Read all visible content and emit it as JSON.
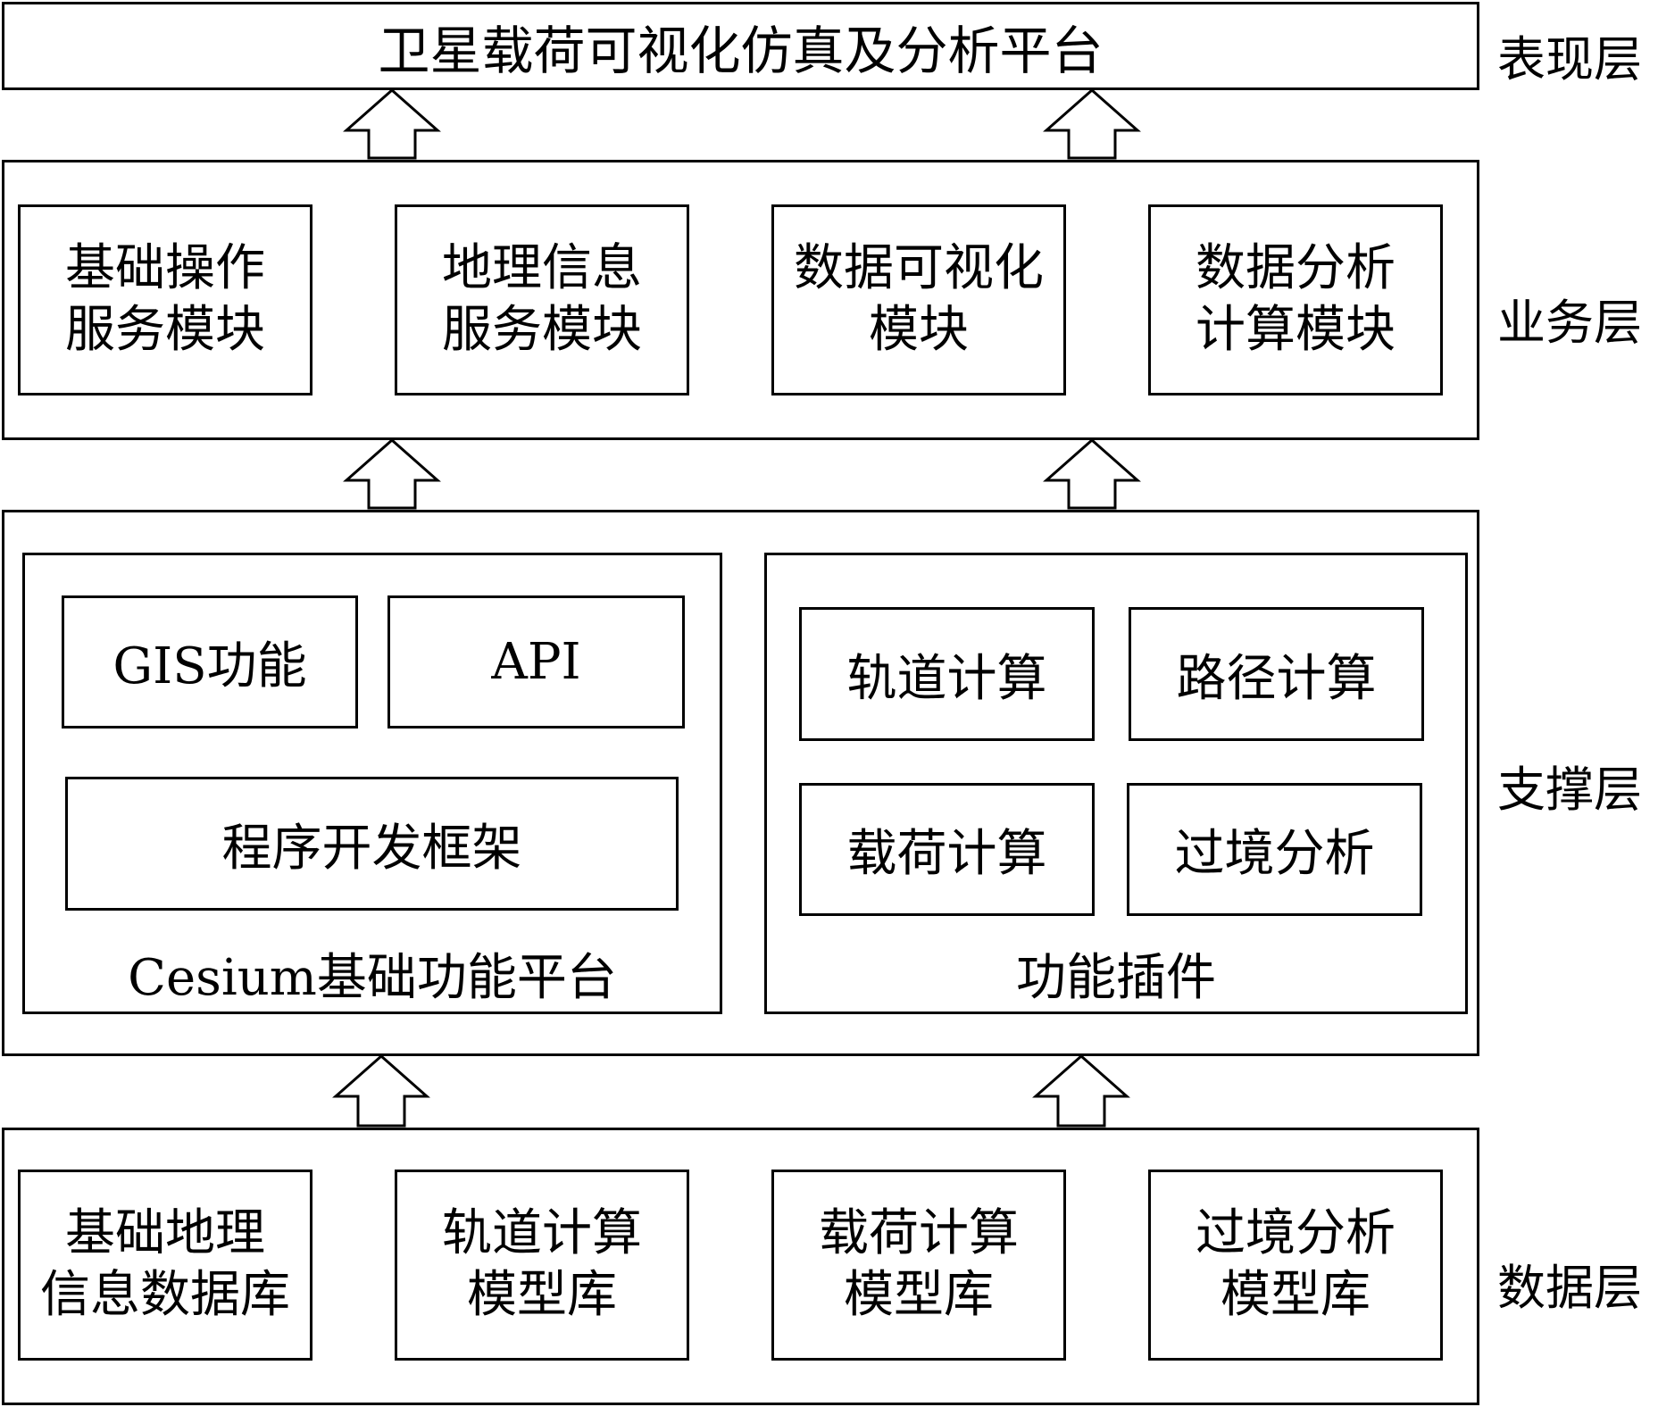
{
  "presentation_layer": {
    "label": "表现层",
    "title": "卫星载荷可视化仿真及分析平台"
  },
  "business_layer": {
    "label": "业务层",
    "modules": [
      {
        "line1": "基础操作",
        "line2": "服务模块"
      },
      {
        "line1": "地理信息",
        "line2": "服务模块"
      },
      {
        "line1": "数据可视化",
        "line2": "模块"
      },
      {
        "line1": "数据分析",
        "line2": "计算模块"
      }
    ]
  },
  "support_layer": {
    "label": "支撑层",
    "cesium_platform": {
      "caption": "Cesium基础功能平台",
      "gis": "GIS功能",
      "api": "API",
      "framework": "程序开发框架"
    },
    "plugins": {
      "caption": "功能插件",
      "orbit": "轨道计算",
      "path": "路径计算",
      "payload": "载荷计算",
      "transit": "过境分析"
    }
  },
  "data_layer": {
    "label": "数据层",
    "databases": [
      {
        "line1": "基础地理",
        "line2": "信息数据库"
      },
      {
        "line1": "轨道计算",
        "line2": "模型库"
      },
      {
        "line1": "载荷计算",
        "line2": "模型库"
      },
      {
        "line1": "过境分析",
        "line2": "模型库"
      }
    ]
  }
}
